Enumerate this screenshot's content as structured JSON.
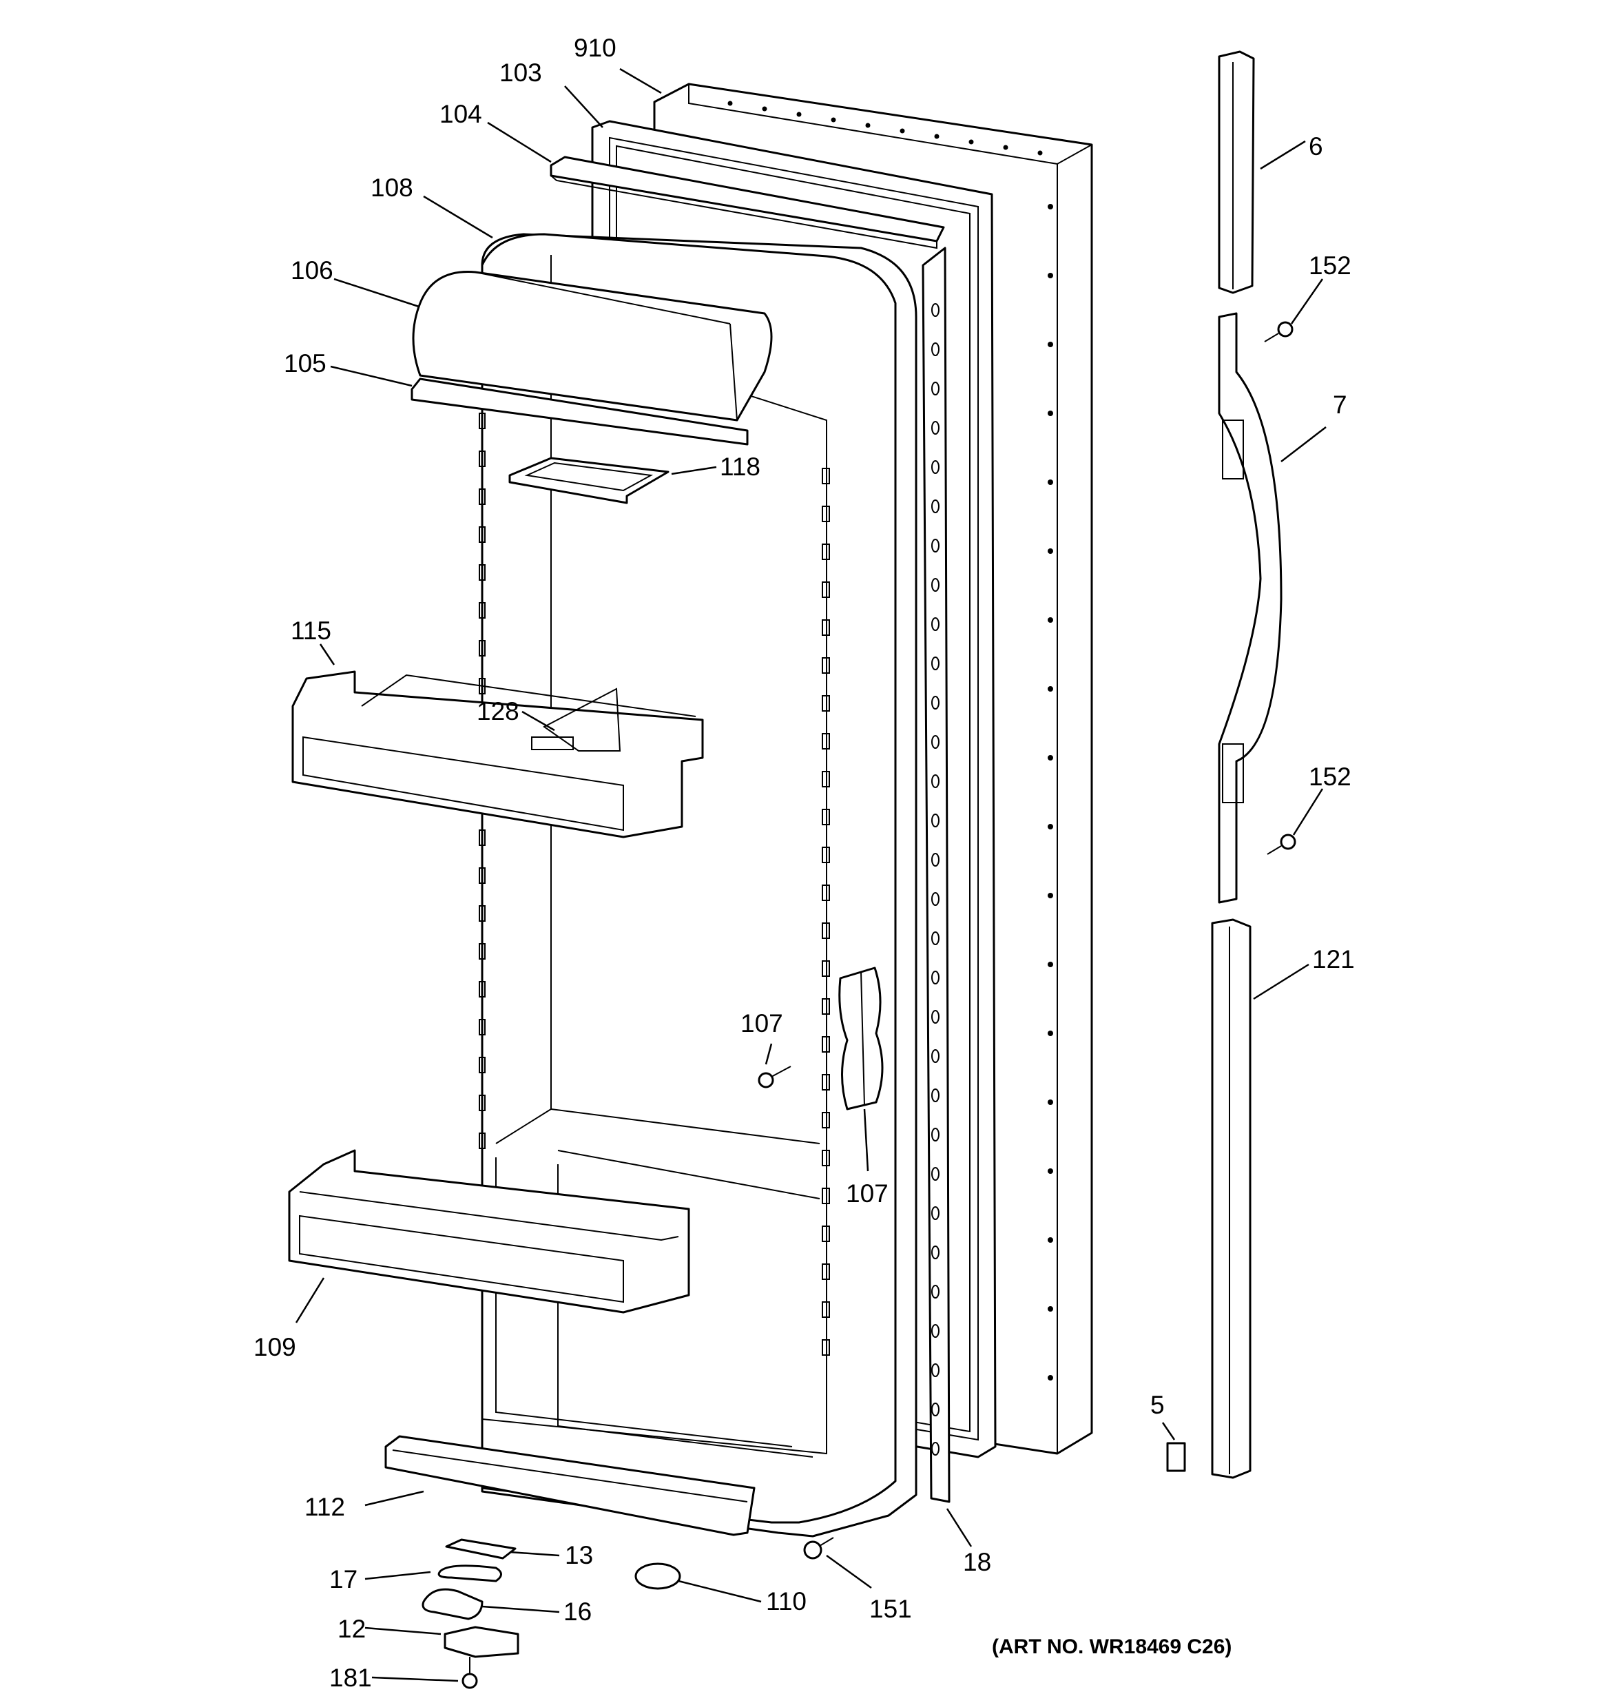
{
  "diagram": {
    "art_no": "(ART NO. WR18469 C26)",
    "labels": {
      "p910": "910",
      "p103": "103",
      "p104": "104",
      "p108": "108",
      "p106": "106",
      "p105": "105",
      "p118": "118",
      "p115": "115",
      "p128": "128",
      "p107a": "107",
      "p107b": "107",
      "p109": "109",
      "p112": "112",
      "p13": "13",
      "p17": "17",
      "p16": "16",
      "p12": "12",
      "p181": "181",
      "p110": "110",
      "p151": "151",
      "p18": "18",
      "p6": "6",
      "p152a": "152",
      "p7": "7",
      "p152b": "152",
      "p121": "121",
      "p5": "5"
    }
  }
}
